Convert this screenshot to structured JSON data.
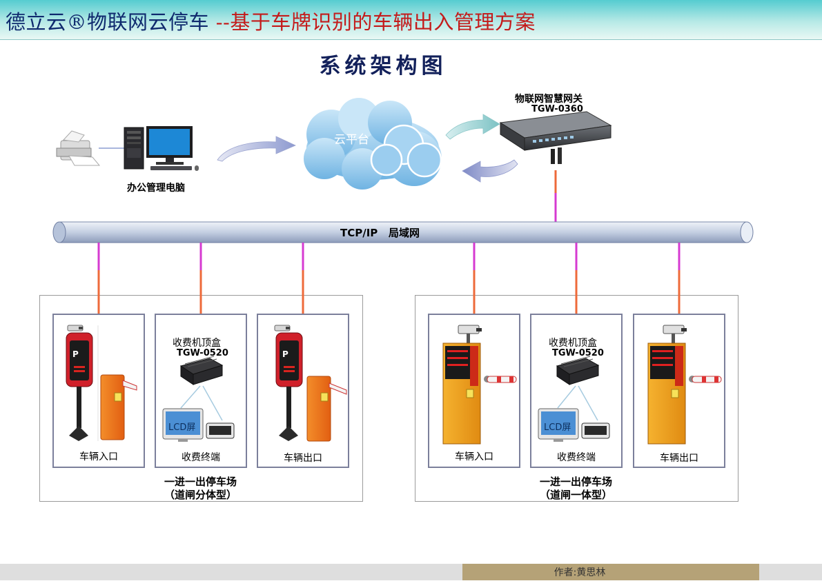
{
  "header": {
    "title_brand": "德立云®物联网云停车",
    "title_sep": "--",
    "title_subject": "基于车牌识别的车辆出入管理方案"
  },
  "page_title": "系统架构图",
  "office": {
    "label": "办公管理电脑"
  },
  "cloud": {
    "label": "云平台"
  },
  "gateway": {
    "name": "物联网智慧网关",
    "model": "TGW-0360"
  },
  "network": {
    "label": "TCP/IP   局域网"
  },
  "left_group": {
    "caption_line1": "一进一出停车场",
    "caption_line2": "（道闸分体型）",
    "entry_label": "车辆入口",
    "exit_label": "车辆出口",
    "box_name": "收费机顶盒",
    "box_model": "TGW-0520",
    "lcd_label": "LCD屏",
    "terminal_label": "收费终端"
  },
  "right_group": {
    "caption_line1": "一进一出停车场",
    "caption_line2": "（道闸一体型）",
    "entry_label": "车辆入口",
    "exit_label": "车辆出口",
    "box_name": "收费机顶盒",
    "box_model": "TGW-0520",
    "lcd_label": "LCD屏",
    "terminal_label": "收费终端"
  },
  "footer": {
    "author": "作者:黄思林"
  },
  "colors": {
    "header_text": "#0f2a6e",
    "header_accent": "#c41a1a",
    "bus_fill": "#c9d4e6",
    "link_orange": "#ee6a3a",
    "link_magenta": "#d63ad1",
    "cloud": "#8fc8ec",
    "author_bar": "#b5a277"
  }
}
